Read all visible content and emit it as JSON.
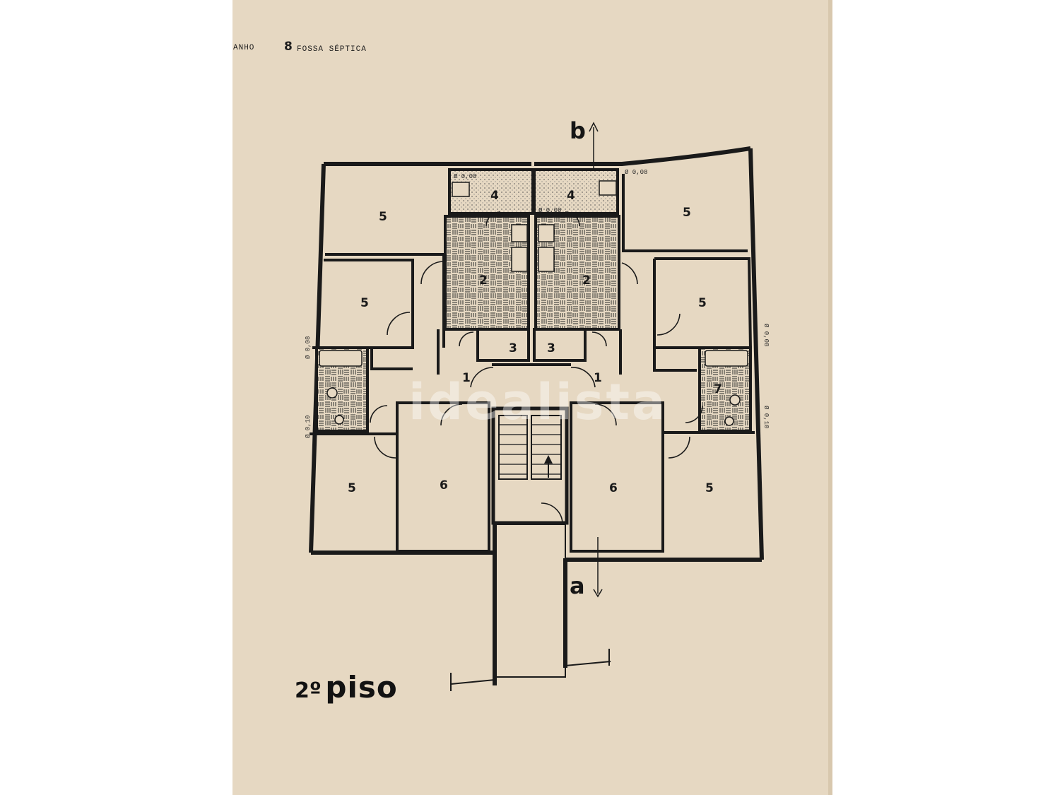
{
  "header": {
    "legend_prev_fragment": "ANHO",
    "legend_number": "8",
    "legend_text": "FOSSA SÉPTICA"
  },
  "plan": {
    "section_top": "b",
    "section_bottom": "a",
    "title_number": "2º",
    "title_word": "piso",
    "room_labels": {
      "r1": "1",
      "r2": "2",
      "r3": "3",
      "r4": "4",
      "r5": "5",
      "r6": "6",
      "r7": "7"
    },
    "dim_notes": {
      "window_008": "Ø 0,08",
      "window_010": "Ø 0,10"
    }
  },
  "watermark": "idealista",
  "colors": {
    "paper": "#e6d8c2",
    "ink": "#1a1a1a"
  }
}
